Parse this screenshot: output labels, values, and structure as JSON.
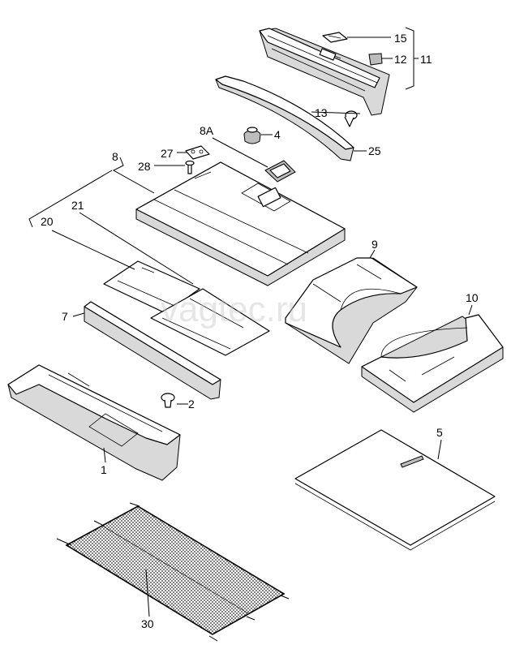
{
  "watermark": "vagtec.ru",
  "callouts": {
    "c1": "1",
    "c2": "2",
    "c4": "4",
    "c5": "5",
    "c7": "7",
    "c8": "8",
    "c8a": "8A",
    "c9": "9",
    "c10": "10",
    "c11": "11",
    "c12": "12",
    "c13": "13",
    "c15": "15",
    "c20": "20",
    "c21": "21",
    "c25": "25",
    "c27": "27",
    "c28": "28",
    "c30": "30"
  }
}
